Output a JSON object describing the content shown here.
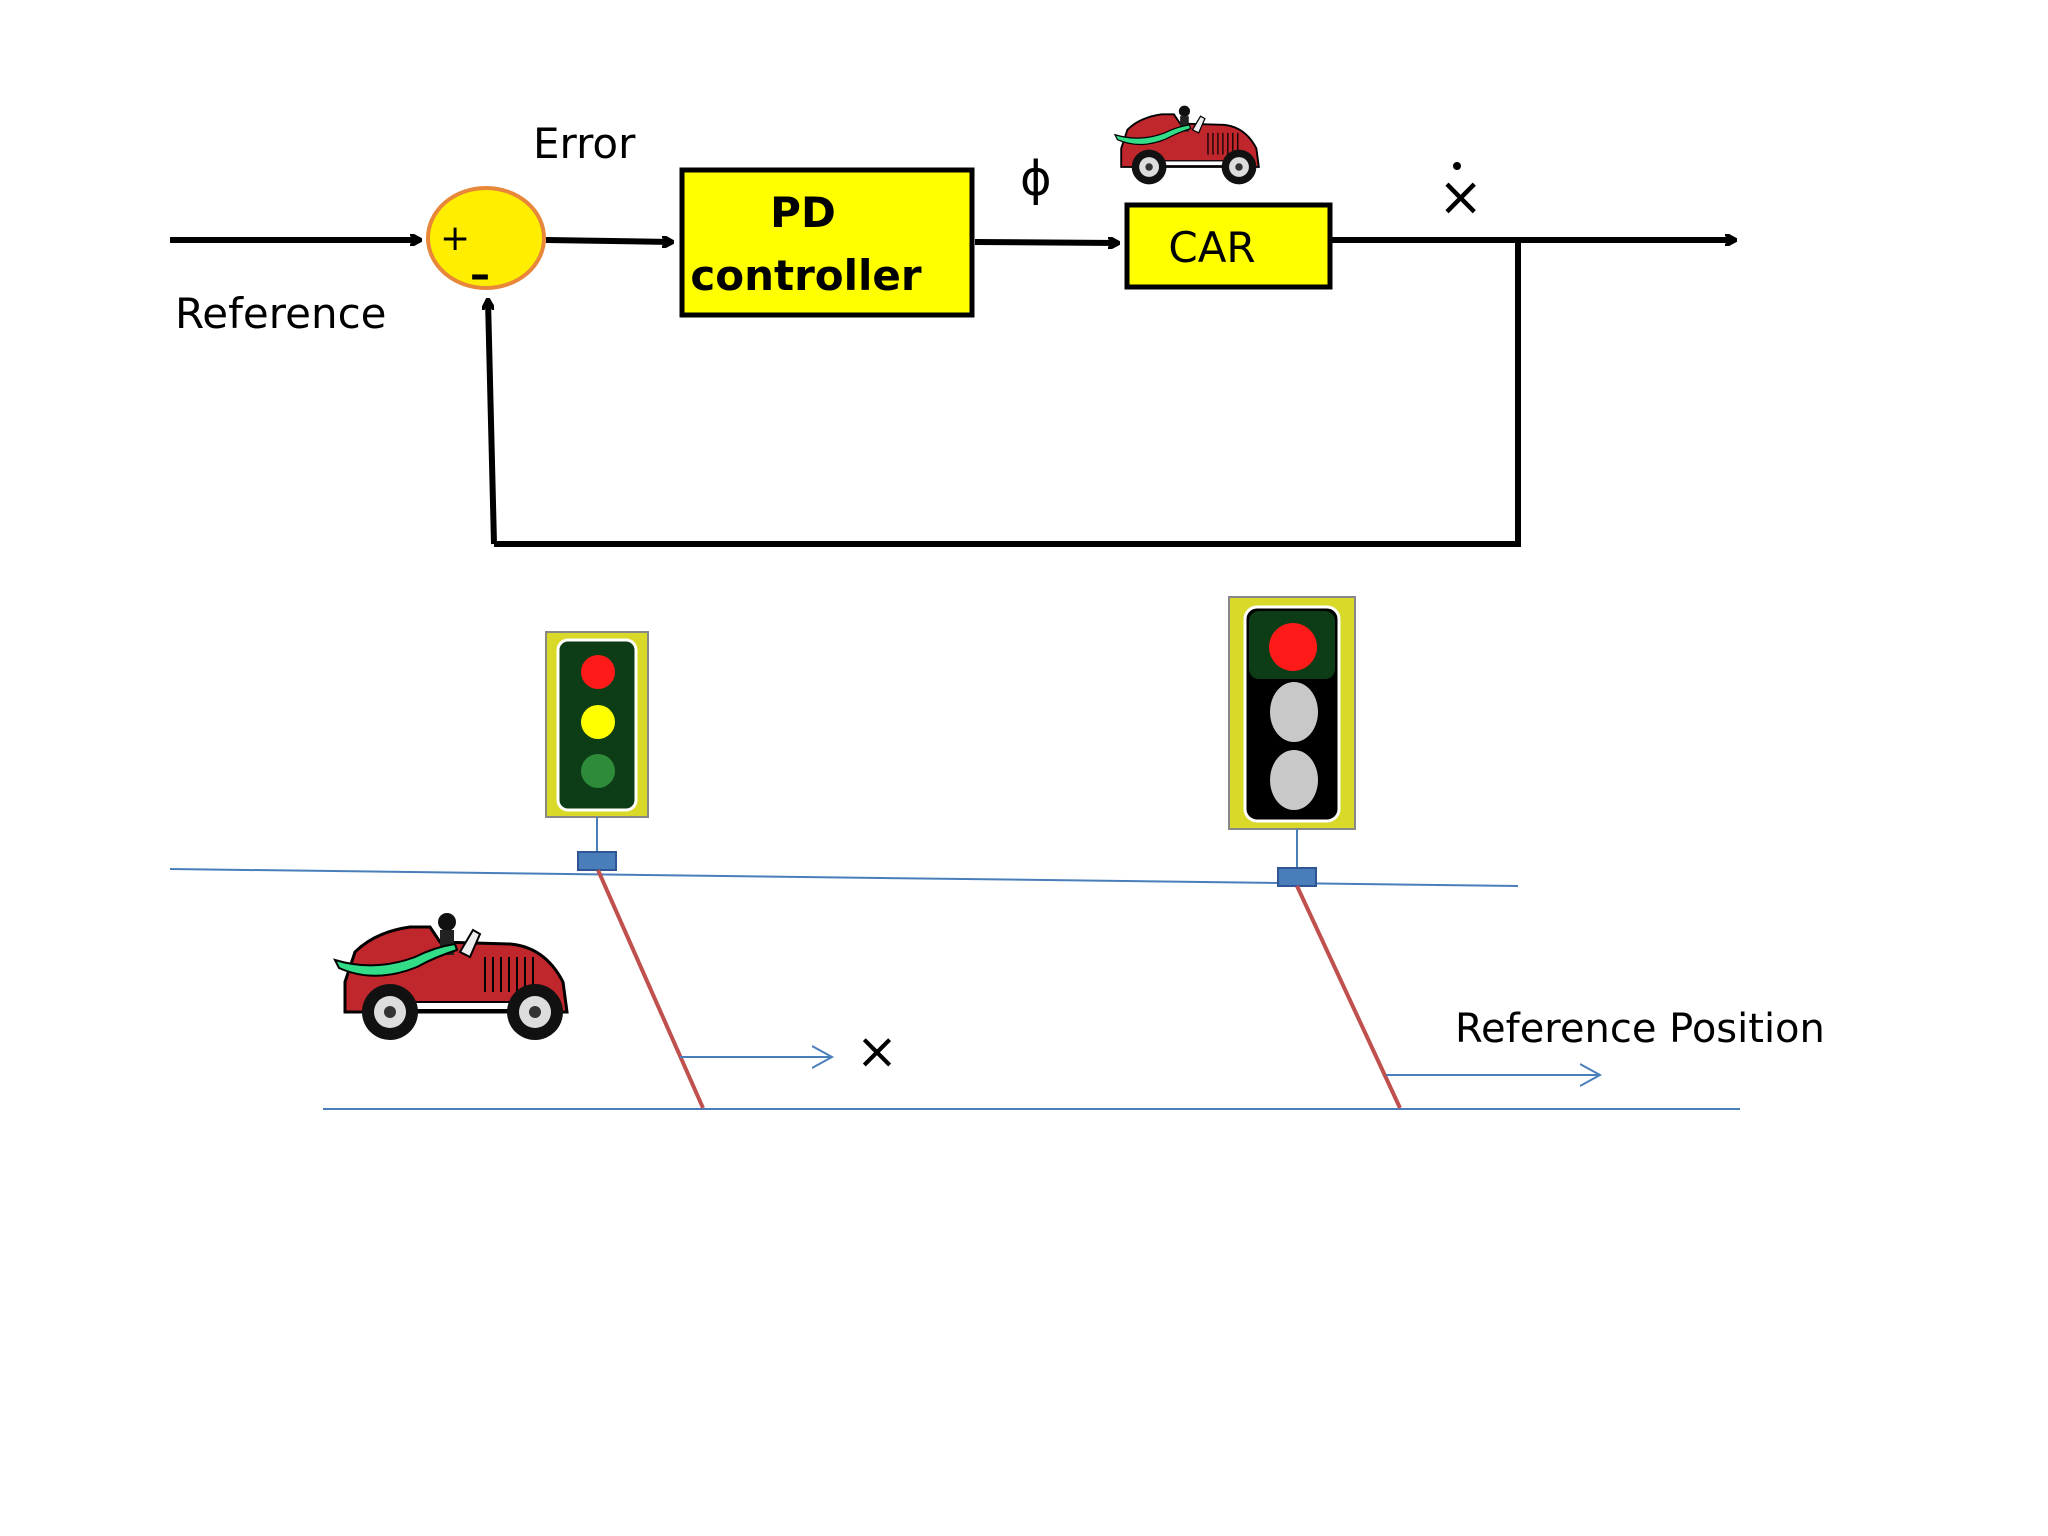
{
  "labels": {
    "error": "Error",
    "reference": "Reference",
    "phi": "ϕ",
    "x_dot": "×",
    "x_pos": "×",
    "reference_position": "Reference Position"
  },
  "summing_junction": {
    "plus": "+",
    "minus": "–"
  },
  "blocks": {
    "pd_controller": {
      "line1": "PD",
      "line2": "controller"
    },
    "car": {
      "label": "CAR"
    }
  },
  "colors": {
    "block_fill": "#ffff00",
    "junction_fill": "#ffee00",
    "junction_stroke": "#e8873a",
    "road_line": "#4a7ebb",
    "pole_line": "#c0504d",
    "car_body": "#c0272d",
    "car_scarf": "#33dd88",
    "signal_frame": "#d9d92a",
    "signal_housing": "#0d3d16",
    "lamp_red": "#ff1a1a",
    "lamp_yellow": "#ffff00",
    "lamp_green": "#2e8b3a",
    "lamp_off": "#c8c8c8"
  },
  "traffic_lights": [
    {
      "name": "traffic-light-left",
      "lamps": [
        "red",
        "yellow",
        "green"
      ]
    },
    {
      "name": "traffic-light-right",
      "lamps": [
        "red",
        "off",
        "off"
      ]
    }
  ]
}
